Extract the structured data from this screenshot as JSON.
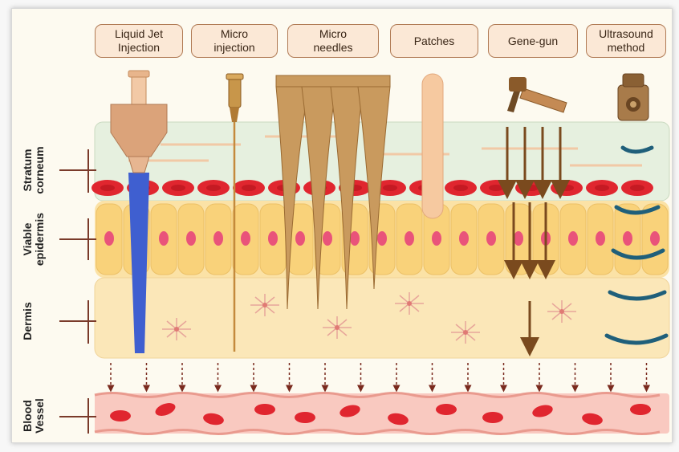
{
  "methods": [
    {
      "label": "Liquid Jet\nInjection"
    },
    {
      "label": "Micro\ninjection"
    },
    {
      "label": "Micro\nneedles"
    },
    {
      "label": "Patches"
    },
    {
      "label": "Gene-gun"
    },
    {
      "label": "Ultrasound\nmethod"
    }
  ],
  "layers": [
    {
      "label": "Stratum\ncorneum"
    },
    {
      "label": "Viable\nepidermis"
    },
    {
      "label": "Dermis"
    },
    {
      "label": "Blood\nVessel"
    }
  ],
  "colors": {
    "stratum_fill": "#e6f0df",
    "rbc": "#e0262f",
    "epidermis_cell": "#f9d27a",
    "nucleus": "#e9537a",
    "dermis": "#fbe7b8",
    "vessel": "#f9c9c0",
    "needle": "#c79a5d",
    "jet_stream": "#3f5fd0",
    "ultrasound_wave": "#1f5f7a",
    "arrow": "#7a4a1e"
  }
}
